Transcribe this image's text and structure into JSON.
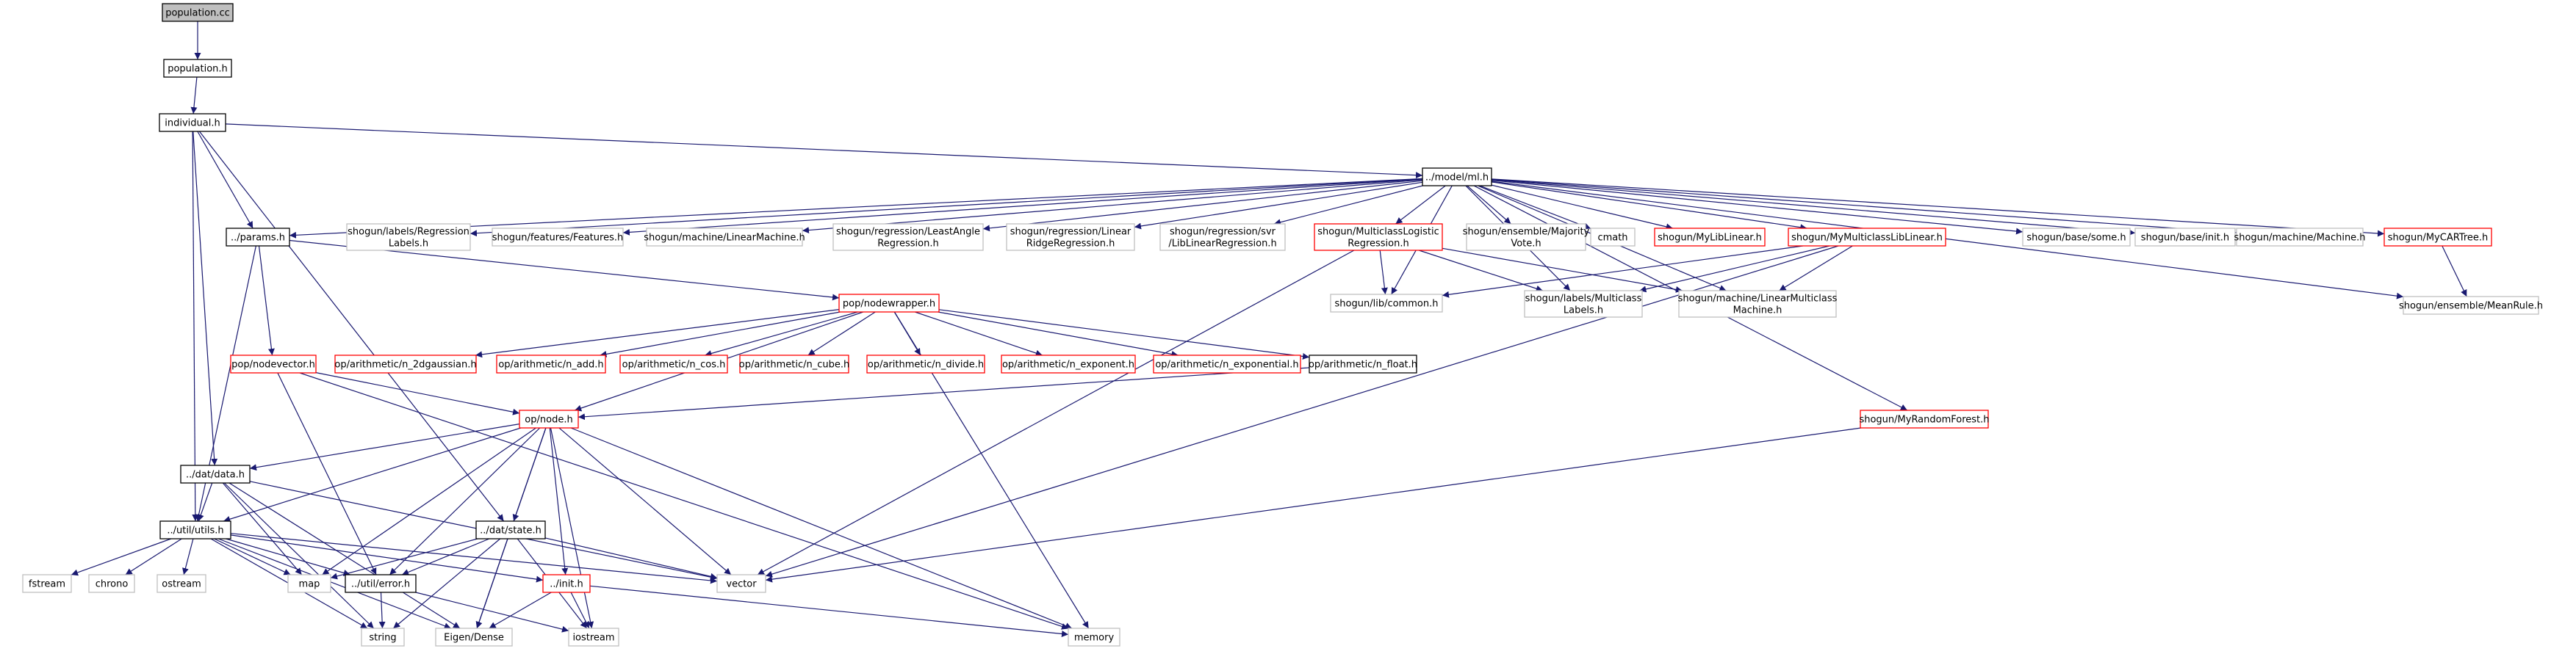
{
  "colors": {
    "edge": "#191970",
    "border_normal": "#000000",
    "border_broken": "#ff0000",
    "border_external": "#bfbfbf",
    "root_fill": "#bfbfbf",
    "node_fill": "#ffffff",
    "text": "#000000"
  },
  "nodes": [
    {
      "id": "population_cc",
      "lines": [
        "population.cc"
      ],
      "style": "root"
    },
    {
      "id": "population_h",
      "lines": [
        "population.h"
      ],
      "style": "normal"
    },
    {
      "id": "individual_h",
      "lines": [
        "individual.h"
      ],
      "style": "normal"
    },
    {
      "id": "model_ml_h",
      "lines": [
        "../model/ml.h"
      ],
      "style": "normal"
    },
    {
      "id": "params_h",
      "lines": [
        "../params.h"
      ],
      "style": "normal"
    },
    {
      "id": "sg_regression_labels",
      "lines": [
        "shogun/labels/Regression",
        "Labels.h"
      ],
      "style": "external"
    },
    {
      "id": "sg_features",
      "lines": [
        "shogun/features/Features.h"
      ],
      "style": "external"
    },
    {
      "id": "sg_linear_machine",
      "lines": [
        "shogun/machine/LinearMachine.h"
      ],
      "style": "external"
    },
    {
      "id": "sg_least_angle",
      "lines": [
        "shogun/regression/LeastAngle",
        "Regression.h"
      ],
      "style": "external"
    },
    {
      "id": "sg_linear_ridge",
      "lines": [
        "shogun/regression/Linear",
        "RidgeRegression.h"
      ],
      "style": "external"
    },
    {
      "id": "sg_svr_liblinear",
      "lines": [
        "shogun/regression/svr",
        "/LibLinearRegression.h"
      ],
      "style": "external"
    },
    {
      "id": "sg_multiclass_logistic",
      "lines": [
        "shogun/MulticlassLogistic",
        "Regression.h"
      ],
      "style": "broken"
    },
    {
      "id": "sg_majority_vote",
      "lines": [
        "shogun/ensemble/Majority",
        "Vote.h"
      ],
      "style": "external"
    },
    {
      "id": "cmath",
      "lines": [
        "cmath"
      ],
      "style": "external"
    },
    {
      "id": "sg_mylib_linear",
      "lines": [
        "shogun/MyLibLinear.h"
      ],
      "style": "broken"
    },
    {
      "id": "sg_mymulticlass_liblinear",
      "lines": [
        "shogun/MyMulticlassLibLinear.h"
      ],
      "style": "broken"
    },
    {
      "id": "sg_base_some",
      "lines": [
        "shogun/base/some.h"
      ],
      "style": "external"
    },
    {
      "id": "sg_base_init",
      "lines": [
        "shogun/base/init.h"
      ],
      "style": "external"
    },
    {
      "id": "sg_machine",
      "lines": [
        "shogun/machine/Machine.h"
      ],
      "style": "external"
    },
    {
      "id": "sg_mycartree",
      "lines": [
        "shogun/MyCARTree.h"
      ],
      "style": "broken"
    },
    {
      "id": "sg_lib_common",
      "lines": [
        "shogun/lib/common.h"
      ],
      "style": "external"
    },
    {
      "id": "sg_multiclass_labels",
      "lines": [
        "shogun/labels/Multiclass",
        "Labels.h"
      ],
      "style": "external"
    },
    {
      "id": "sg_linear_multiclass_machine",
      "lines": [
        "shogun/machine/LinearMulticlass",
        "Machine.h"
      ],
      "style": "external"
    },
    {
      "id": "sg_mean_rule",
      "lines": [
        "shogun/ensemble/MeanRule.h"
      ],
      "style": "external"
    },
    {
      "id": "pop_nodewrapper",
      "lines": [
        "pop/nodewrapper.h"
      ],
      "style": "broken"
    },
    {
      "id": "pop_nodevector",
      "lines": [
        "pop/nodevector.h"
      ],
      "style": "broken"
    },
    {
      "id": "op_2dgaussian",
      "lines": [
        "op/arithmetic/n_2dgaussian.h"
      ],
      "style": "broken"
    },
    {
      "id": "op_add",
      "lines": [
        "op/arithmetic/n_add.h"
      ],
      "style": "broken"
    },
    {
      "id": "op_cos",
      "lines": [
        "op/arithmetic/n_cos.h"
      ],
      "style": "broken"
    },
    {
      "id": "op_cube",
      "lines": [
        "op/arithmetic/n_cube.h"
      ],
      "style": "broken"
    },
    {
      "id": "op_divide",
      "lines": [
        "op/arithmetic/n_divide.h"
      ],
      "style": "broken"
    },
    {
      "id": "op_exponent",
      "lines": [
        "op/arithmetic/n_exponent.h"
      ],
      "style": "broken"
    },
    {
      "id": "op_exponential",
      "lines": [
        "op/arithmetic/n_exponential.h"
      ],
      "style": "broken"
    },
    {
      "id": "op_float",
      "lines": [
        "op/arithmetic/n_float.h"
      ],
      "style": "normal"
    },
    {
      "id": "op_node",
      "lines": [
        "op/node.h"
      ],
      "style": "broken"
    },
    {
      "id": "sg_my_random_forest",
      "lines": [
        "shogun/MyRandomForest.h"
      ],
      "style": "broken"
    },
    {
      "id": "dat_data",
      "lines": [
        "../dat/data.h"
      ],
      "style": "normal"
    },
    {
      "id": "util_utils",
      "lines": [
        "../util/utils.h"
      ],
      "style": "normal"
    },
    {
      "id": "dat_state",
      "lines": [
        "../dat/state.h"
      ],
      "style": "normal"
    },
    {
      "id": "init_h",
      "lines": [
        "../init.h"
      ],
      "style": "broken"
    },
    {
      "id": "vector",
      "lines": [
        "vector"
      ],
      "style": "external"
    },
    {
      "id": "map",
      "lines": [
        "map"
      ],
      "style": "external"
    },
    {
      "id": "util_error",
      "lines": [
        "../util/error.h"
      ],
      "style": "normal"
    },
    {
      "id": "fstream",
      "lines": [
        "fstream"
      ],
      "style": "external"
    },
    {
      "id": "chrono",
      "lines": [
        "chrono"
      ],
      "style": "external"
    },
    {
      "id": "ostream",
      "lines": [
        "ostream"
      ],
      "style": "external"
    },
    {
      "id": "string",
      "lines": [
        "string"
      ],
      "style": "external"
    },
    {
      "id": "eigen_dense",
      "lines": [
        "Eigen/Dense"
      ],
      "style": "external"
    },
    {
      "id": "iostream",
      "lines": [
        "iostream"
      ],
      "style": "external"
    },
    {
      "id": "memory",
      "lines": [
        "memory"
      ],
      "style": "external"
    }
  ],
  "edges": [
    [
      "population_cc",
      "population_h"
    ],
    [
      "population_h",
      "individual_h"
    ],
    [
      "individual_h",
      "model_ml_h"
    ],
    [
      "individual_h",
      "params_h"
    ],
    [
      "individual_h",
      "dat_data"
    ],
    [
      "individual_h",
      "util_utils"
    ],
    [
      "individual_h",
      "dat_state"
    ],
    [
      "model_ml_h",
      "params_h"
    ],
    [
      "model_ml_h",
      "sg_regression_labels"
    ],
    [
      "model_ml_h",
      "sg_features"
    ],
    [
      "model_ml_h",
      "sg_linear_machine"
    ],
    [
      "model_ml_h",
      "sg_least_angle"
    ],
    [
      "model_ml_h",
      "sg_linear_ridge"
    ],
    [
      "model_ml_h",
      "sg_svr_liblinear"
    ],
    [
      "model_ml_h",
      "sg_multiclass_logistic"
    ],
    [
      "model_ml_h",
      "sg_majority_vote"
    ],
    [
      "model_ml_h",
      "cmath"
    ],
    [
      "model_ml_h",
      "sg_mylib_linear"
    ],
    [
      "model_ml_h",
      "sg_mymulticlass_liblinear"
    ],
    [
      "model_ml_h",
      "sg_base_some"
    ],
    [
      "model_ml_h",
      "sg_base_init"
    ],
    [
      "model_ml_h",
      "sg_machine"
    ],
    [
      "model_ml_h",
      "sg_mycartree"
    ],
    [
      "model_ml_h",
      "sg_lib_common"
    ],
    [
      "model_ml_h",
      "sg_multiclass_labels"
    ],
    [
      "model_ml_h",
      "sg_linear_multiclass_machine"
    ],
    [
      "model_ml_h",
      "sg_mean_rule"
    ],
    [
      "model_ml_h",
      "sg_my_random_forest"
    ],
    [
      "params_h",
      "pop_nodewrapper"
    ],
    [
      "params_h",
      "pop_nodevector"
    ],
    [
      "params_h",
      "util_utils"
    ],
    [
      "sg_multiclass_logistic",
      "sg_lib_common"
    ],
    [
      "sg_multiclass_logistic",
      "sg_multiclass_labels"
    ],
    [
      "sg_multiclass_logistic",
      "sg_linear_multiclass_machine"
    ],
    [
      "sg_multiclass_logistic",
      "vector"
    ],
    [
      "sg_mymulticlass_liblinear",
      "sg_lib_common"
    ],
    [
      "sg_mymulticlass_liblinear",
      "sg_multiclass_labels"
    ],
    [
      "sg_mymulticlass_liblinear",
      "sg_linear_multiclass_machine"
    ],
    [
      "sg_mymulticlass_liblinear",
      "vector"
    ],
    [
      "sg_mycartree",
      "sg_mean_rule"
    ],
    [
      "sg_my_random_forest",
      "vector"
    ],
    [
      "pop_nodewrapper",
      "op_2dgaussian"
    ],
    [
      "pop_nodewrapper",
      "op_add"
    ],
    [
      "pop_nodewrapper",
      "op_cos"
    ],
    [
      "pop_nodewrapper",
      "op_cube"
    ],
    [
      "pop_nodewrapper",
      "op_divide"
    ],
    [
      "pop_nodewrapper",
      "op_exponent"
    ],
    [
      "pop_nodewrapper",
      "op_exponential"
    ],
    [
      "pop_nodewrapper",
      "op_float"
    ],
    [
      "pop_nodewrapper",
      "op_node"
    ],
    [
      "pop_nodewrapper",
      "memory"
    ],
    [
      "pop_nodevector",
      "op_node"
    ],
    [
      "pop_nodevector",
      "util_error"
    ],
    [
      "pop_nodevector",
      "memory"
    ],
    [
      "op_float",
      "op_node"
    ],
    [
      "op_node",
      "dat_data"
    ],
    [
      "op_node",
      "dat_state"
    ],
    [
      "op_node",
      "util_utils"
    ],
    [
      "op_node",
      "init_h"
    ],
    [
      "op_node",
      "vector"
    ],
    [
      "op_node",
      "map"
    ],
    [
      "op_node",
      "eigen_dense"
    ],
    [
      "op_node",
      "iostream"
    ],
    [
      "op_node",
      "memory"
    ],
    [
      "op_node",
      "util_error"
    ],
    [
      "dat_data",
      "util_utils"
    ],
    [
      "dat_data",
      "vector"
    ],
    [
      "dat_data",
      "map"
    ],
    [
      "dat_data",
      "eigen_dense"
    ],
    [
      "dat_data",
      "string"
    ],
    [
      "util_utils",
      "fstream"
    ],
    [
      "util_utils",
      "chrono"
    ],
    [
      "util_utils",
      "ostream"
    ],
    [
      "util_utils",
      "map"
    ],
    [
      "util_utils",
      "vector"
    ],
    [
      "util_utils",
      "init_h"
    ],
    [
      "util_utils",
      "util_error"
    ],
    [
      "util_utils",
      "eigen_dense"
    ],
    [
      "util_utils",
      "string"
    ],
    [
      "dat_state",
      "util_error"
    ],
    [
      "dat_state",
      "map"
    ],
    [
      "dat_state",
      "vector"
    ],
    [
      "dat_state",
      "string"
    ],
    [
      "dat_state",
      "eigen_dense"
    ],
    [
      "dat_state",
      "iostream"
    ],
    [
      "init_h",
      "eigen_dense"
    ],
    [
      "init_h",
      "iostream"
    ],
    [
      "init_h",
      "memory"
    ],
    [
      "util_error",
      "string"
    ],
    [
      "util_error",
      "iostream"
    ]
  ]
}
